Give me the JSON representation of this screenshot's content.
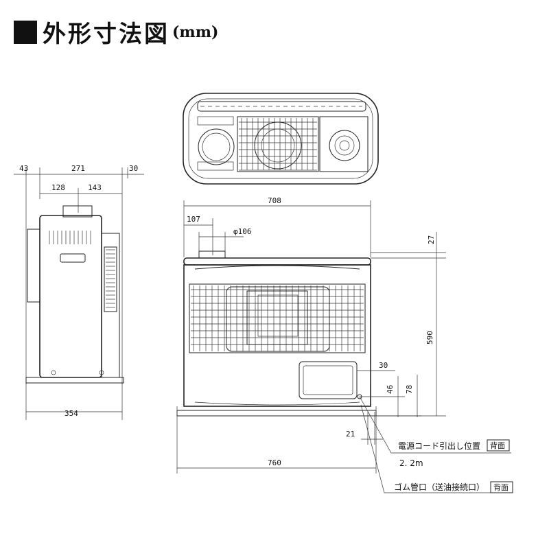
{
  "title": {
    "text": "外形寸法図",
    "unit": "(mm)"
  },
  "side_view": {
    "d43": "43",
    "d271": "271",
    "d30": "30",
    "d128": "128",
    "d143": "143",
    "d354": "354"
  },
  "front_view": {
    "d708": "708",
    "d107": "107",
    "d106": "φ106",
    "d27": "27",
    "d590": "590",
    "d30": "30",
    "d46": "46",
    "d78": "78",
    "d21": "21",
    "d760": "760"
  },
  "notes": {
    "cord_label": "電源コード引出し位置",
    "cord_badge": "背面",
    "cord_length": "2. 2m",
    "hose_label": "ゴム管口（送油接続口）",
    "hose_badge": "背面"
  }
}
